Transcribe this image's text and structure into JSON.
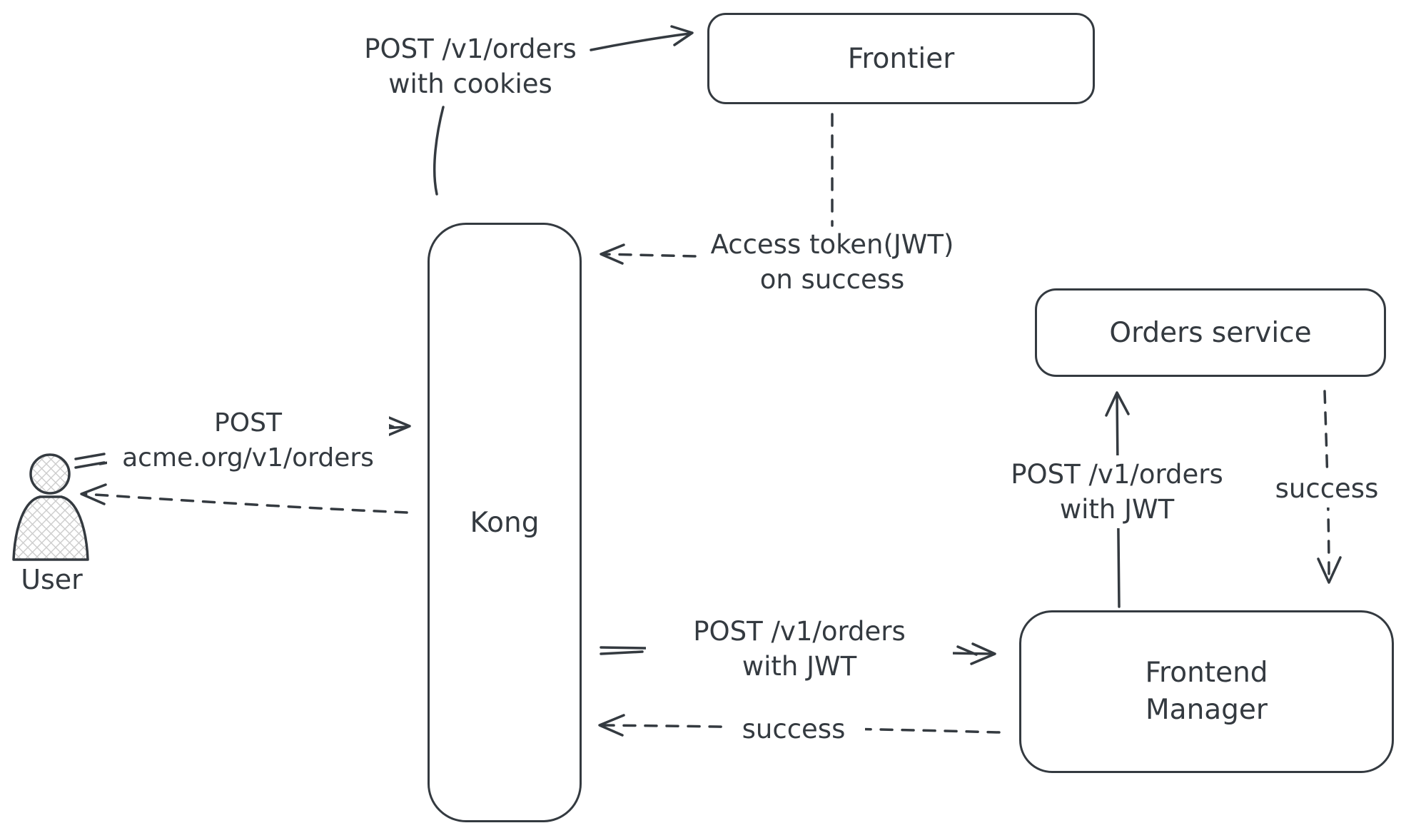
{
  "diagram": {
    "colors": {
      "ink": "#343a40",
      "background": "#ffffff",
      "hatch": "#cccccc"
    },
    "nodes": {
      "frontier": {
        "label": "Frontier"
      },
      "kong": {
        "label": "Kong"
      },
      "orders_service": {
        "label": "Orders service"
      },
      "frontend_manager": {
        "line1": "Frontend",
        "line2": "Manager"
      }
    },
    "actor": {
      "label": "User",
      "icon": "user-icon"
    },
    "edge_labels": {
      "post_orders_cookies": {
        "line1": "POST /v1/orders",
        "line2": "with cookies"
      },
      "access_token": {
        "line1": "Access token(JWT)",
        "line2": "on success"
      },
      "post_acme": {
        "line1": "POST",
        "line2": "acme.org/v1/orders"
      },
      "post_jwt_kong_frontend": {
        "line1": "POST /v1/orders",
        "line2": "with JWT"
      },
      "success_frontend_kong": {
        "label": "success"
      },
      "post_jwt_frontend_orders": {
        "line1": "POST /v1/orders",
        "line2": "with JWT"
      },
      "success_orders_frontend": {
        "label": "success"
      }
    }
  }
}
